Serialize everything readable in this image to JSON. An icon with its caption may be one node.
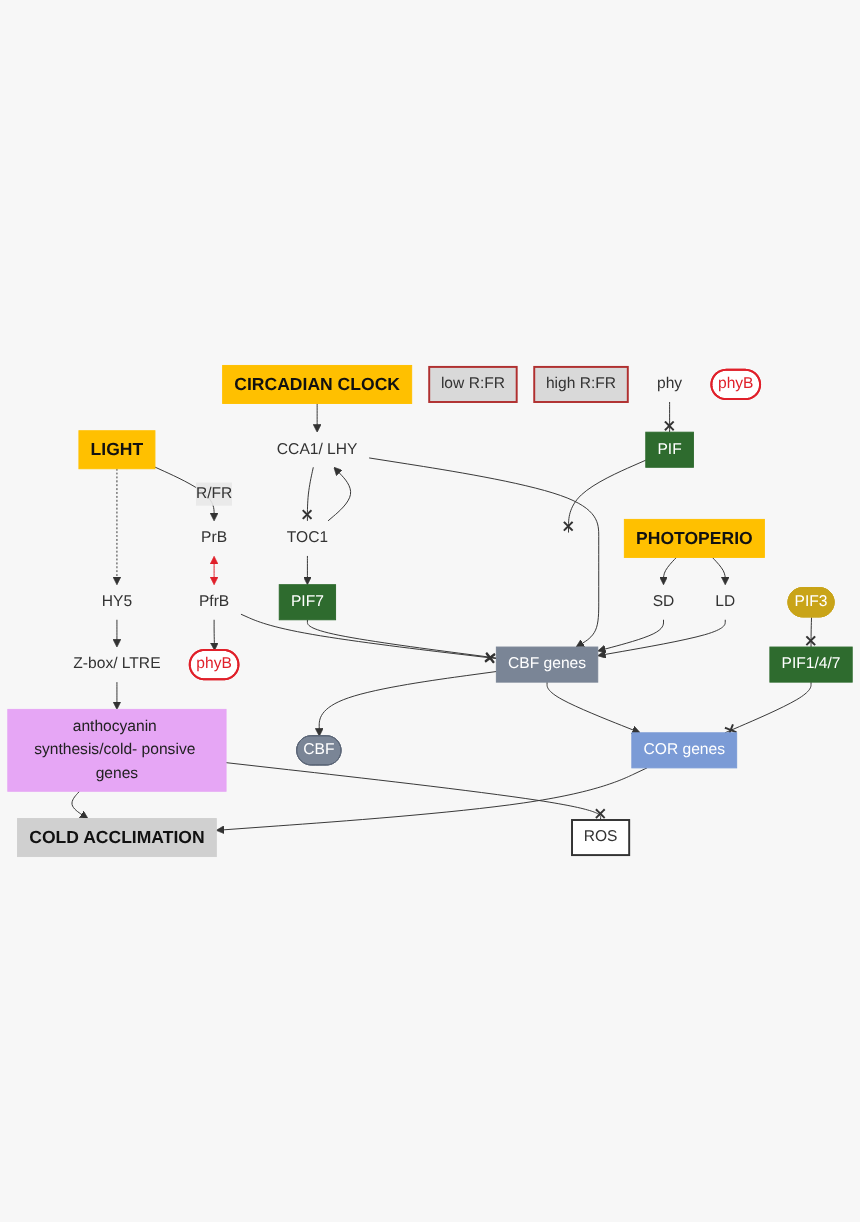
{
  "diagram": {
    "nodes": [
      {
        "text": [
          "LIGHT"
        ]
      },
      {
        "text": [
          "CIRCADIAN CLOCK"
        ]
      },
      {
        "text": [
          "PHOTOPERIO"
        ]
      },
      {
        "text": [
          "low R:FR"
        ]
      },
      {
        "text": [
          "high R:FR"
        ]
      },
      {
        "text": [
          "PrB"
        ]
      },
      {
        "text": [
          "PfrB"
        ]
      },
      {
        "text": [
          "SD"
        ]
      },
      {
        "text": [
          "LD"
        ]
      },
      {
        "text": [
          "HY5"
        ]
      },
      {
        "text": [
          "Z-box/ LTRE"
        ]
      },
      {
        "text": [
          "TOC1"
        ]
      },
      {
        "text": [
          "CCA1/ LHY"
        ]
      },
      {
        "text": [
          "phy"
        ]
      },
      {
        "text": [
          "phyB"
        ]
      },
      {
        "text": [
          "PIF7"
        ]
      },
      {
        "text": [
          "PIF"
        ]
      },
      {
        "text": [
          "CBF genes"
        ]
      },
      {
        "text": [
          "anthocyanin synthesis/cold- ponsive genes"
        ]
      },
      {
        "text": [
          "CBF"
        ]
      },
      {
        "text": [
          "phyB"
        ]
      },
      {
        "text": [
          "PIF3"
        ]
      },
      {
        "text": [
          "ROS"
        ]
      },
      {
        "text": [
          "PIF1/4/7"
        ]
      },
      {
        "text": [
          "COR genes"
        ]
      },
      {
        "text": [
          "COLD ACCLIMATION"
        ]
      }
    ],
    "edges": [
      {
        "from": 0,
        "to": 9,
        "arrow": "to",
        "style": "dashed"
      },
      {
        "from": 0,
        "to": 5,
        "arrow": "to",
        "label": "R/FR"
      },
      {
        "from": 5,
        "to": 6,
        "arrow": "both",
        "color": "#e0202a"
      },
      {
        "from": 6,
        "to": 14,
        "arrow": "to"
      },
      {
        "from": 6,
        "to": 17,
        "arrow": "other"
      },
      {
        "from": 1,
        "to": 12,
        "arrow": "to"
      },
      {
        "from": 11,
        "to": 12,
        "arrow": "to"
      },
      {
        "from": 12,
        "to": 11,
        "arrow": "other"
      },
      {
        "from": 11,
        "to": 15,
        "arrow": "to"
      },
      {
        "from": 15,
        "to": 17,
        "arrow": "other"
      },
      {
        "from": 12,
        "to": 17,
        "arrow": "to"
      },
      {
        "from": 2,
        "to": 7,
        "arrow": "to"
      },
      {
        "from": 2,
        "to": 8,
        "arrow": "to"
      },
      {
        "from": 7,
        "to": 17,
        "arrow": "to"
      },
      {
        "from": 8,
        "to": 17,
        "arrow": "to"
      },
      {
        "from": 13,
        "to": 16,
        "arrow": "other"
      },
      {
        "from": 16,
        "to": null,
        "arrow": "other"
      },
      {
        "from": 9,
        "to": 10,
        "arrow": "to"
      },
      {
        "from": 10,
        "to": 18,
        "arrow": "to"
      },
      {
        "from": 18,
        "to": 22,
        "arrow": "other"
      },
      {
        "from": 18,
        "to": 25,
        "arrow": "to"
      },
      {
        "from": 17,
        "to": 19,
        "arrow": "to"
      },
      {
        "from": 17,
        "to": 24,
        "arrow": "to"
      },
      {
        "from": 21,
        "to": 23,
        "arrow": "other"
      },
      {
        "from": 23,
        "to": 24,
        "arrow": "other"
      },
      {
        "from": 24,
        "to": 25,
        "arrow": "to"
      }
    ]
  }
}
